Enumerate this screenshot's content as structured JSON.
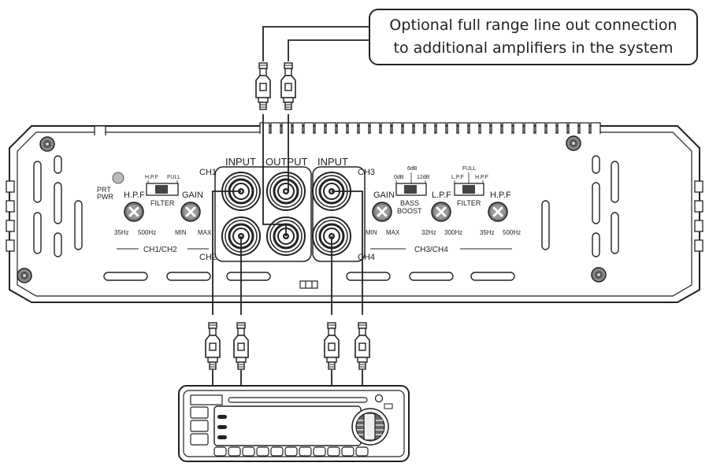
{
  "callout": {
    "line1": "Optional full range line out connection",
    "line2": "to additional amplifiers in the system"
  },
  "amp": {
    "input_left": "INPUT",
    "output": "OUTPUT",
    "input_right": "INPUT",
    "ch1": "CH1",
    "ch2": "CH2",
    "ch3": "CH3",
    "ch4": "CH4",
    "prt": "PRT",
    "pwr": "PWR",
    "hpf_label": "H.P.F",
    "gain_left": "GAIN",
    "filter_left": "FILTER",
    "filter_left_opt_a": "H.P.F",
    "filter_left_opt_b": "FULL",
    "hpf_min": "35Hz",
    "hpf_max": "500Hz",
    "gain_min": "MIN",
    "gain_max": "MAX",
    "ch12": "CH1/CH2",
    "gain_right": "GAIN",
    "gain_right_min": "MIN",
    "gain_right_max": "MAX",
    "bass_6db": "6dB",
    "bass_0db": "0dB",
    "bass_12db": "12dB",
    "bass": "BASS",
    "boost": "BOOST",
    "lpf_label": "L.P.F",
    "lpf_min": "32Hz",
    "lpf_max": "300Hz",
    "filter_right": "FILTER",
    "filter_right_full": "FULL",
    "filter_right_lpf": "L.P.F",
    "filter_right_hpf": "H.P.F",
    "hpf_right_label": "H.P.F",
    "hpf_right_min": "35Hz",
    "hpf_right_max": "500Hz",
    "ch34": "CH3/CH4"
  }
}
